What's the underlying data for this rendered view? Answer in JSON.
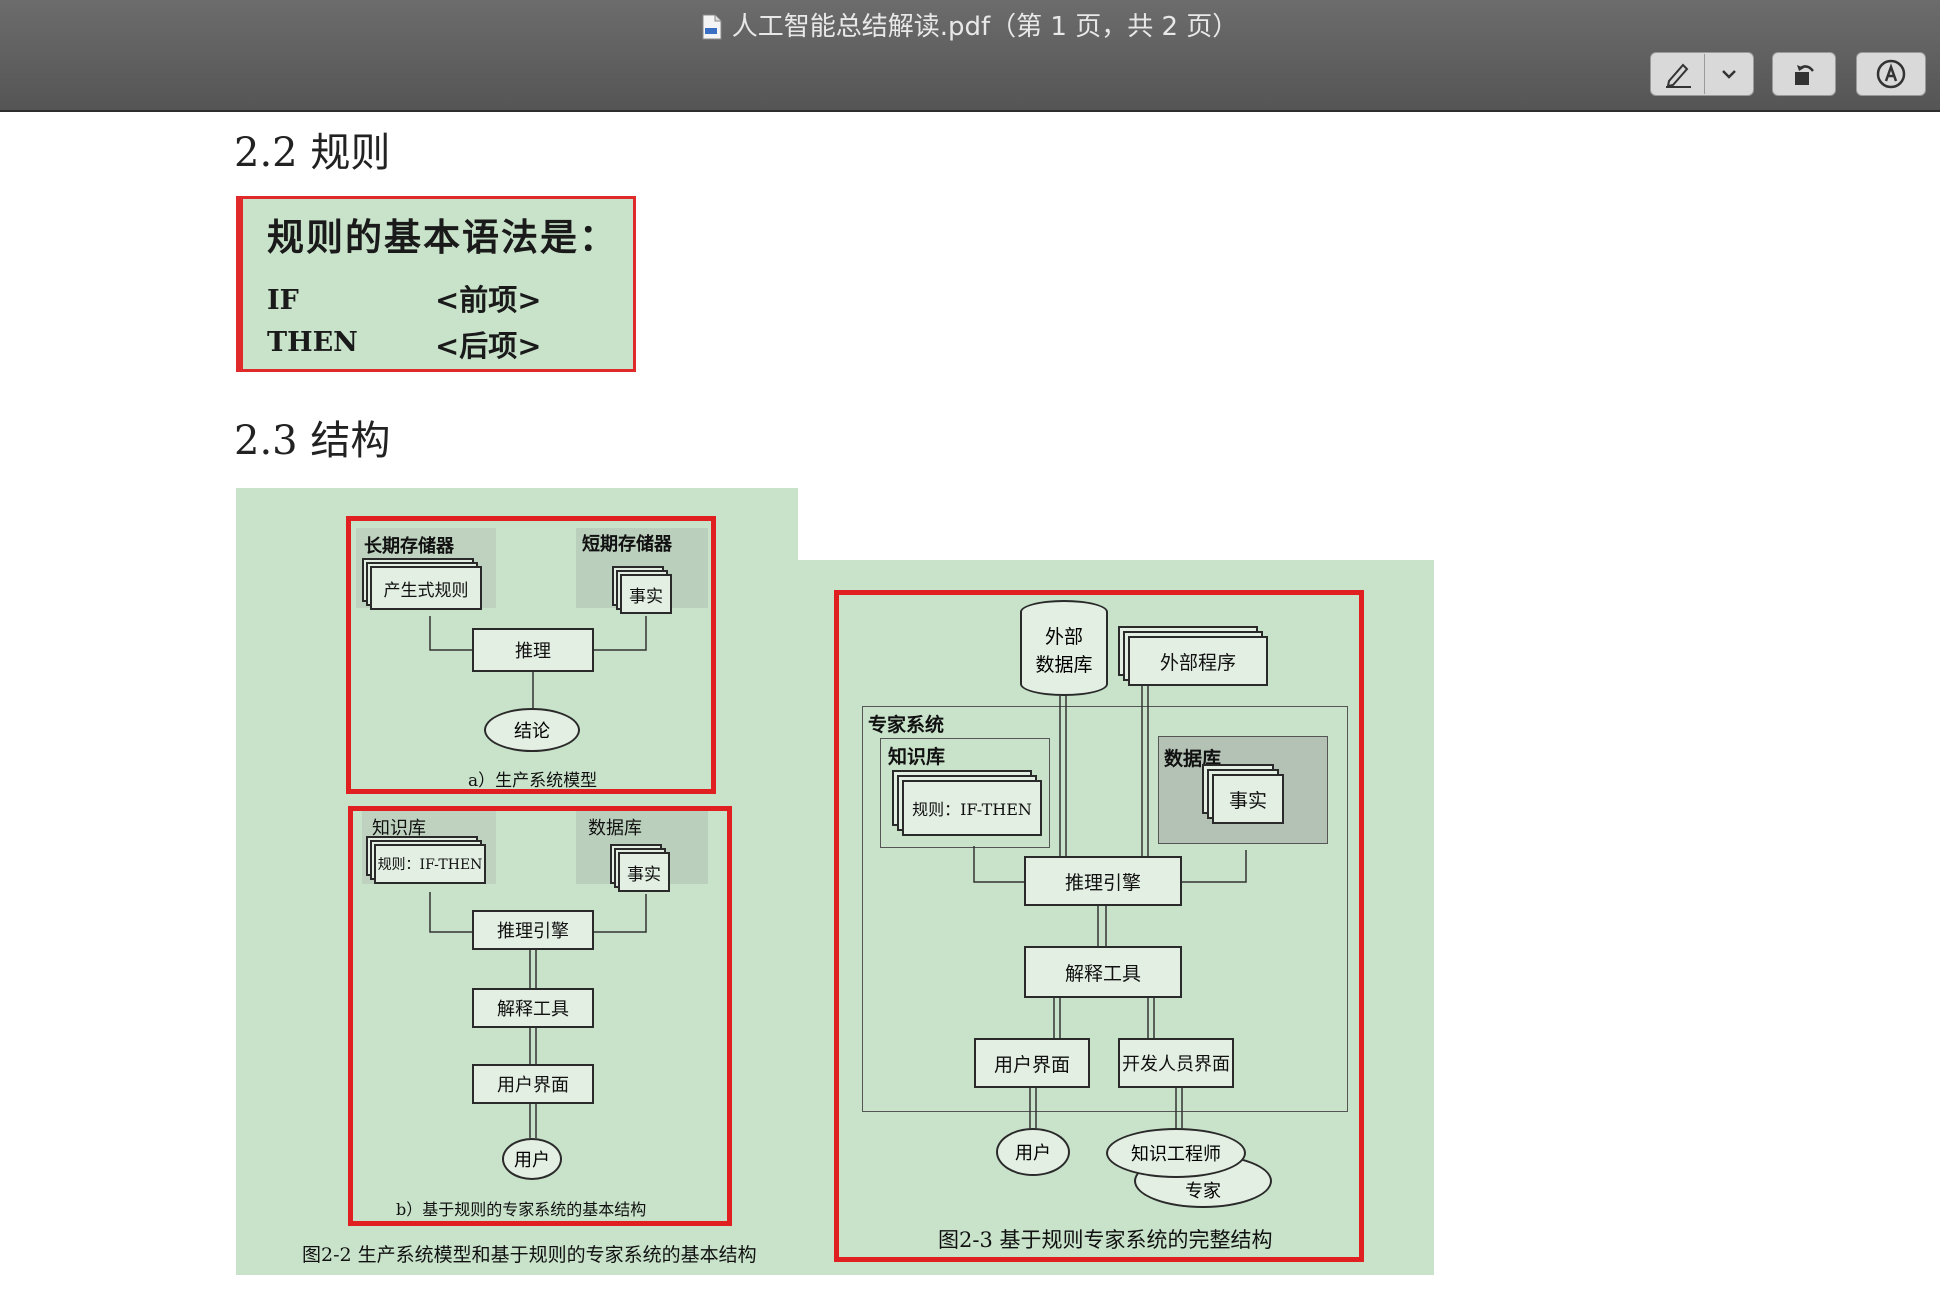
{
  "window": {
    "title": "人工智能总结解读.pdf（第 1 页，共 2 页）"
  },
  "toolbar": {
    "markup_icon": "pen-markup-icon",
    "dropdown_icon": "chevron-down-icon",
    "rotate_icon": "rotate-left-icon",
    "annotate_icon": "markup-circle-icon"
  },
  "section_22": {
    "heading": "2.2 规则"
  },
  "rule_box": {
    "title": "规则的基本语法是：",
    "if_kw": "IF",
    "if_val": "<前项>",
    "then_kw": "THEN",
    "then_val": "<后项>"
  },
  "section_23": {
    "heading": "2.3  结构"
  },
  "fig_a": {
    "long_term_label": "长期存储器",
    "short_term_label": "短期存储器",
    "rules_box": "产生式规则",
    "facts_box": "事实",
    "inference_box": "推理",
    "conclusion": "结论",
    "caption": "a）生产系统模型"
  },
  "fig_b": {
    "kb_label": "知识库",
    "db_label": "数据库",
    "rules_box": "规则：IF-THEN",
    "facts_box": "事实",
    "engine_box": "推理引擎",
    "explain_box": "解释工具",
    "ui_box": "用户界面",
    "user": "用户",
    "caption": "b）基于规则的专家系统的基本结构"
  },
  "fig_22_caption": "图2-2  生产系统模型和基于规则的专家系统的基本结构",
  "fig_23": {
    "ext_db": "外部数据库",
    "ext_db_line1": "外部",
    "ext_db_line2": "数据库",
    "ext_prog": "外部程序",
    "expert_system_label": "专家系统",
    "kb_label": "知识库",
    "rules_box": "规则：IF-THEN",
    "db_label": "数据库",
    "facts_box": "事实",
    "engine_box": "推理引擎",
    "explain_box": "解释工具",
    "ui_box": "用户界面",
    "dev_ui_box": "开发人员界面",
    "user": "用户",
    "engineer": "知识工程师",
    "expert": "专家",
    "caption": "图2-3  基于规则专家系统的完整结构"
  }
}
